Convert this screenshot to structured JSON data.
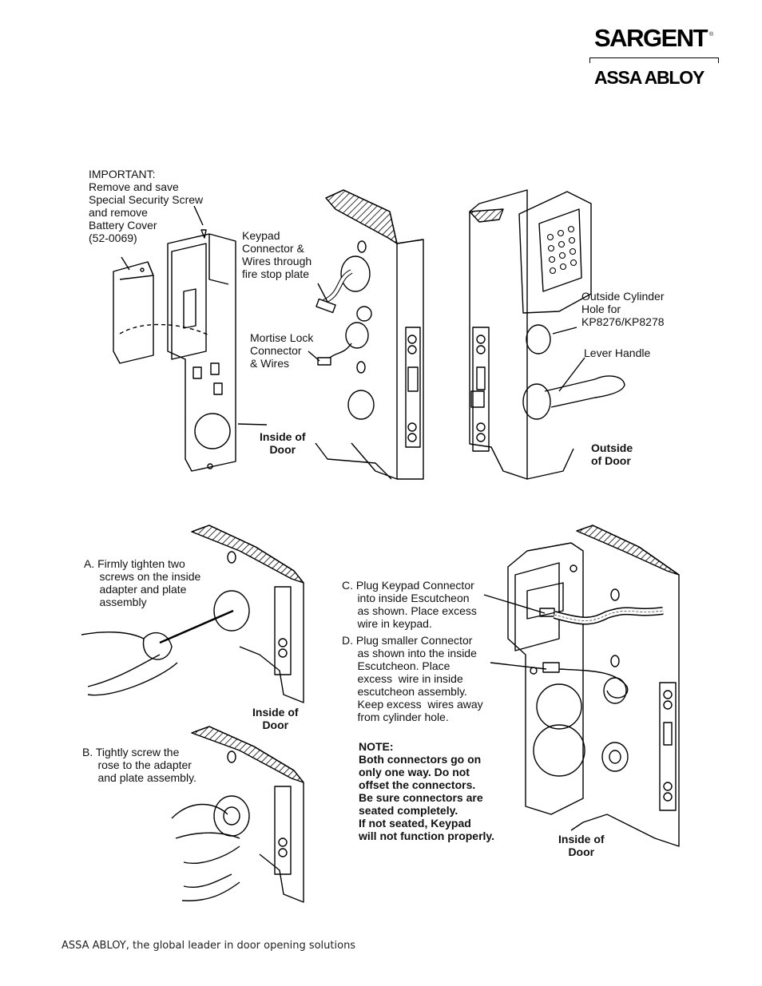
{
  "header": {
    "brand": "SARGENT",
    "registered": "®",
    "parent_brand": "ASSA ABLOY"
  },
  "top_figure": {
    "important_note": "IMPORTANT:\nRemove and save\nSpecial Security Screw\nand remove\nBattery Cover\n(52-0069)",
    "keypad_connector": "Keypad\nConnector &\nWires through\nfire stop plate",
    "mortise_connector": "Mortise Lock\nConnector\n& Wires",
    "inside_of_door": "Inside of\nDoor",
    "outside_cylinder": "Outside Cylinder\nHole for\nKP8276/KP8278",
    "lever_handle": "Lever Handle",
    "outside_of_door": "Outside\nof Door"
  },
  "steps": {
    "step_a": "A. Firmly tighten two\n     screws on the inside\n     adapter and plate\n     assembly",
    "inside_of_door_a": "Inside of\nDoor",
    "step_b": "B. Tightly screw the\n     rose to the adapter\n     and plate assembly.",
    "step_c": "C. Plug Keypad Connector\n     into inside Escutcheon\n     as shown. Place excess\n     wire in keypad.",
    "step_d": "D. Plug smaller Connector\n     as shown into the inside\n     Escutcheon. Place\n     excess  wire in inside\n     escutcheon assembly.\n     Keep excess  wires away\n     from cylinder hole.",
    "note": "NOTE:\nBoth connectors go on\nonly one way. Do not\noffset the connectors.\nBe sure connectors are\nseated completely.\nIf not seated, Keypad\nwill not function properly.",
    "inside_of_door_cd": "Inside of\nDoor"
  },
  "footer": {
    "tagline": "ASSA ABLOY, the global leader in door opening solutions"
  }
}
